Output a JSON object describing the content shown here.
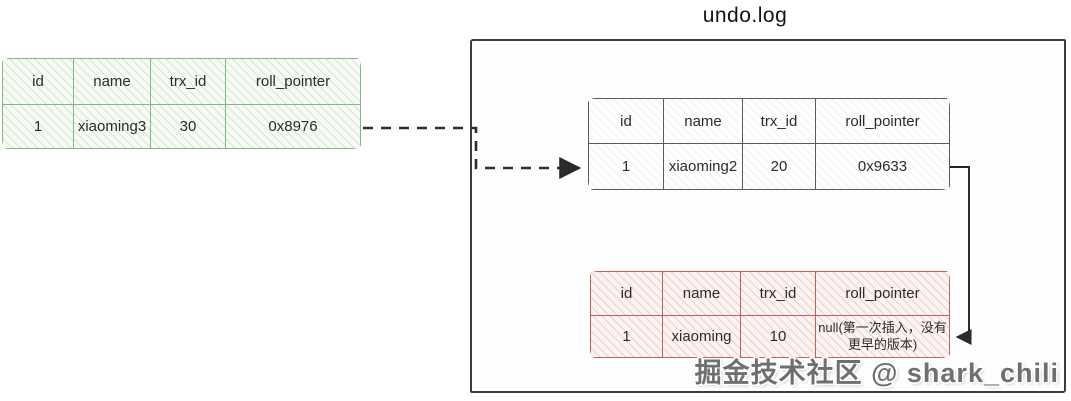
{
  "page": {
    "title": "undo.log",
    "watermark": "掘金技术社区 @ shark_chili"
  },
  "colors": {
    "current_table_border": "#84b884",
    "undo_v2_table_border": "#5b5b5b",
    "undo_v1_table_border": "#c2605c",
    "box_border": "#3d3d3d",
    "arrow": "#2a2a2a"
  },
  "tables": {
    "current": {
      "headers": [
        "id",
        "name",
        "trx_id",
        "roll_pointer"
      ],
      "row": [
        "1",
        "xiaoming3",
        "30",
        "0x8976"
      ]
    },
    "undo_v2": {
      "headers": [
        "id",
        "name",
        "trx_id",
        "roll_pointer"
      ],
      "row": [
        "1",
        "xiaoming2",
        "20",
        "0x9633"
      ]
    },
    "undo_v1": {
      "headers": [
        "id",
        "name",
        "trx_id",
        "roll_pointer"
      ],
      "row": [
        "1",
        "xiaoming",
        "10",
        "null(第一次插入，没有更早的版本)"
      ]
    }
  }
}
